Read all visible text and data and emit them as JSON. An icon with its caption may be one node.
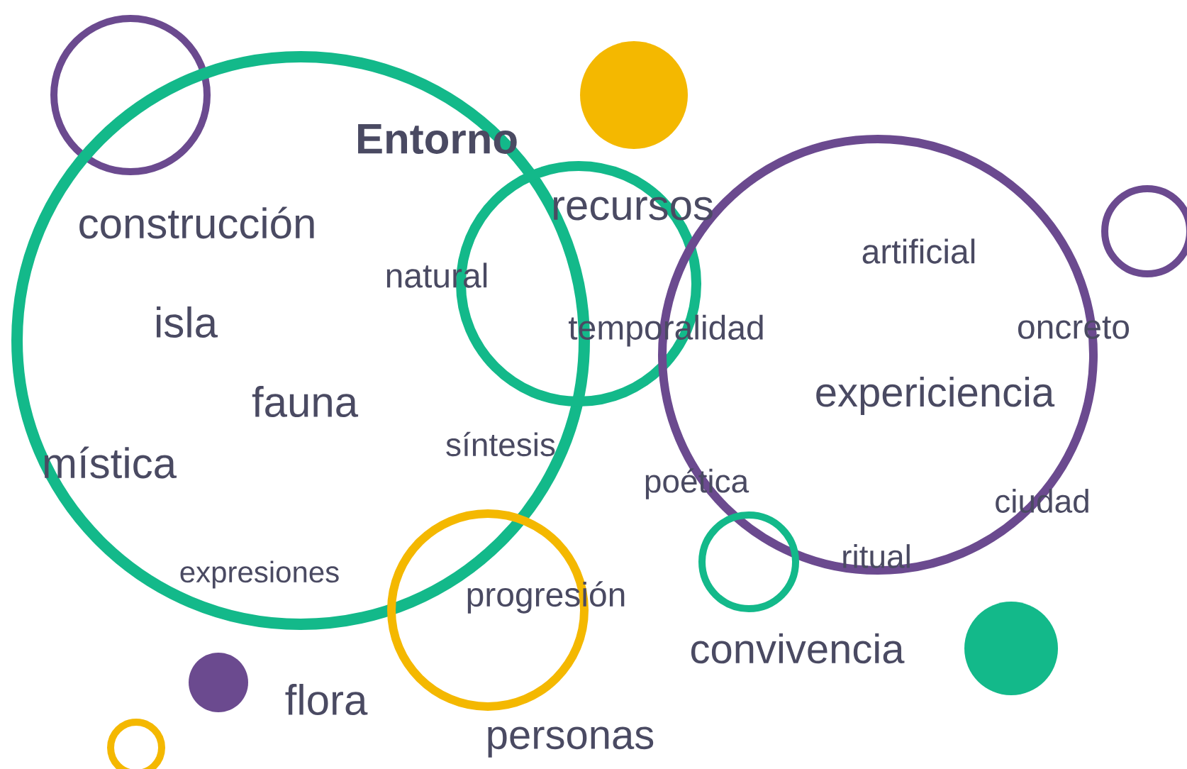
{
  "diagram": {
    "labels": [
      "Entorno",
      "construcción",
      "recursos",
      "natural",
      "artificial",
      "isla",
      "temporalidad",
      "oncreto",
      "expericiencia",
      "fauna",
      "mística",
      "síntesis",
      "poética",
      "ciudad",
      "ritual",
      "expresiones",
      "progresión",
      "convivencia",
      "flora",
      "personas"
    ]
  }
}
